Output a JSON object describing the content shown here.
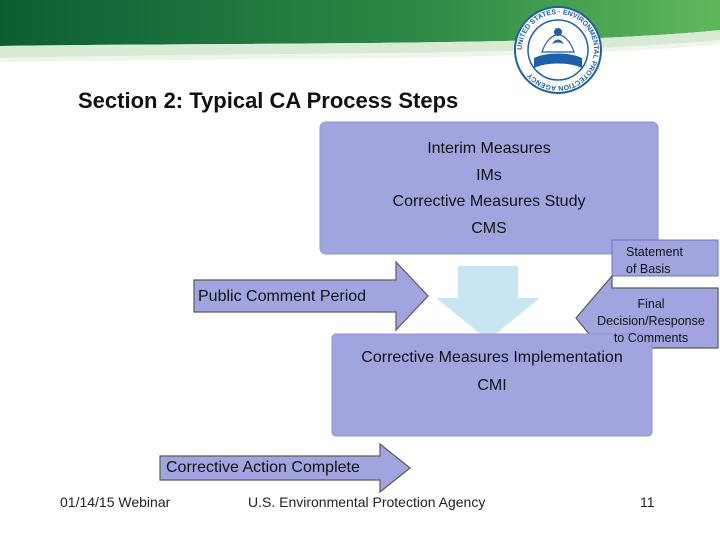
{
  "colors": {
    "banner_dark": "#0e6b3a",
    "banner_light": "#5fb85a",
    "box_fill": "#a1a5df",
    "box_stroke": "#6e73c0",
    "arrow_down": "#c7e6f2",
    "arrow_stroke": "#5a5a5a",
    "logo_blue": "#1d5fa8"
  },
  "slide": {
    "title": "Section 2:  Typical CA Process Steps"
  },
  "flow": {
    "top_box": {
      "line1": "Interim Measures",
      "line2": "IMs",
      "line3": "Corrective Measures Study",
      "line4": "CMS"
    },
    "statement_box": {
      "line1": "Statement",
      "line2": "of Basis"
    },
    "public_comment": "Public Comment Period",
    "final_decision": {
      "line1": "Final",
      "line2": "Decision/Response",
      "line3": "to Comments"
    },
    "cmi_box": {
      "line1": "Corrective Measures Implementation",
      "line2": "CMI"
    },
    "complete": "Corrective Action Complete"
  },
  "footer": {
    "left": "01/14/15 Webinar",
    "center": "U.S. Environmental Protection Agency",
    "right": "11"
  },
  "logo": {
    "ring_text": "UNITED STATES · ENVIRONMENTAL PROTECTION AGENCY"
  }
}
